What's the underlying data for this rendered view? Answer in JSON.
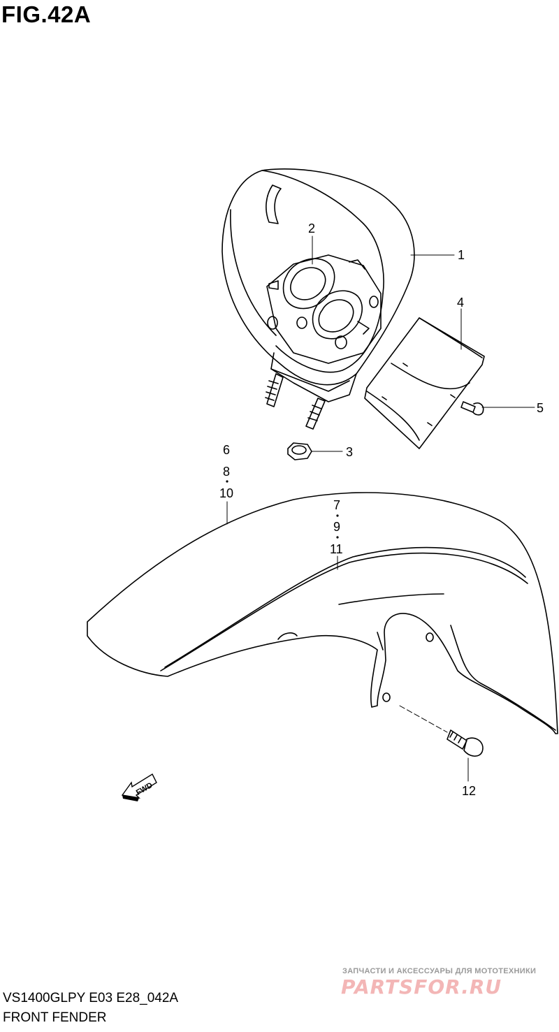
{
  "figure": {
    "title": "FIG.42A"
  },
  "callouts": [
    {
      "id": "1",
      "label": "1"
    },
    {
      "id": "2",
      "label": "2"
    },
    {
      "id": "3",
      "label": "3"
    },
    {
      "id": "4",
      "label": "4"
    },
    {
      "id": "5",
      "label": "5"
    },
    {
      "id": "6",
      "label": "6"
    },
    {
      "id": "8",
      "label": "8"
    },
    {
      "id": "10",
      "label": "10"
    },
    {
      "id": "7",
      "label": "7"
    },
    {
      "id": "9",
      "label": "9"
    },
    {
      "id": "11",
      "label": "11"
    },
    {
      "id": "12",
      "label": "12"
    }
  ],
  "direction_marker": {
    "label": "FWD"
  },
  "footer": {
    "model_code": "VS1400GLPY E03 E28_042A",
    "section_name": "FRONT FENDER"
  },
  "watermark": {
    "tagline": "ЗАПЧАСТИ И АКСЕССУАРЫ ДЛЯ МОТОТЕХНИКИ",
    "logo": "PARTSFOR.RU"
  }
}
